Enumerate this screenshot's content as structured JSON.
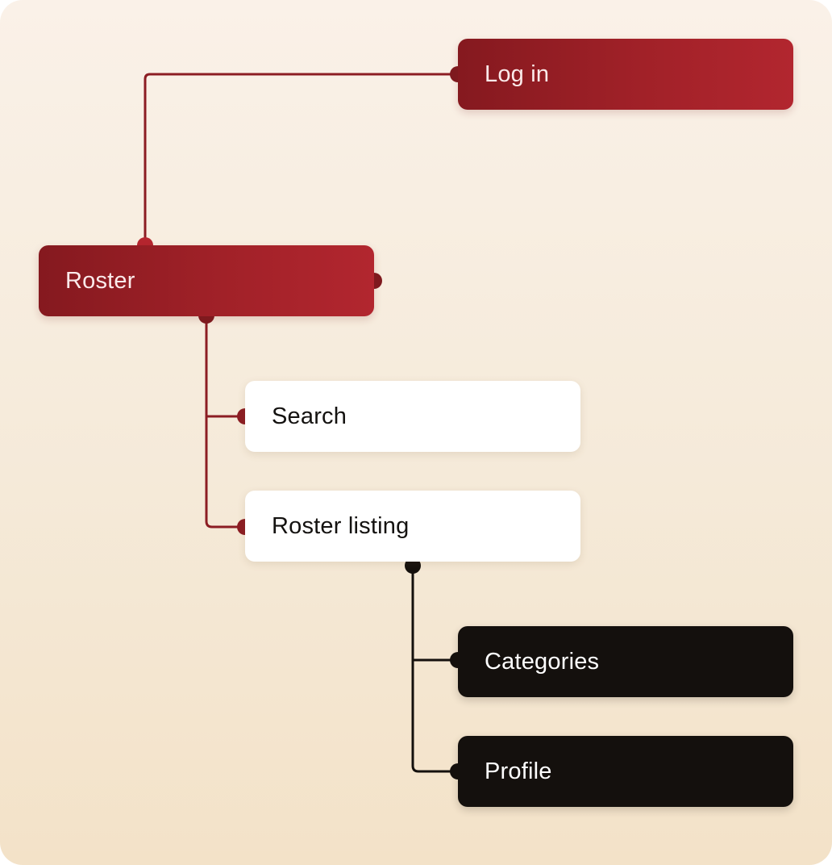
{
  "diagram": {
    "nodes": {
      "login": "Log in",
      "roster": "Roster",
      "search": "Search",
      "roster_listing": "Roster listing",
      "categories": "Categories",
      "profile": "Profile"
    }
  },
  "colors": {
    "background_top": "#faf1e8",
    "background_bottom": "#f3e2c8",
    "red_node_start": "#85191f",
    "red_node_end": "#b2262f",
    "red_connector": "#8c1d23",
    "dark_node": "#14100d",
    "dark_connector": "#14100d",
    "white_node": "#ffffff"
  }
}
